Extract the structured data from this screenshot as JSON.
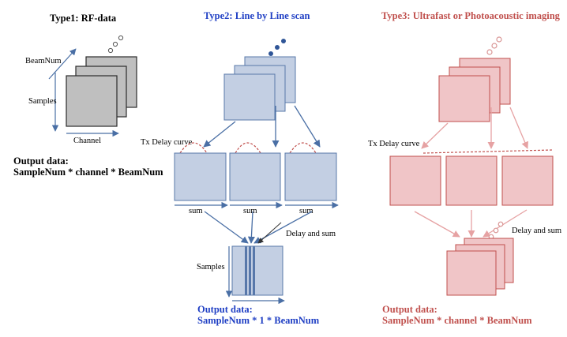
{
  "colors": {
    "gray_fill": "#bfbfbf",
    "gray_stroke": "#2b2b2b",
    "blue_fill": "#c3cfe3",
    "blue_stroke": "#5878aa",
    "blue_arrow": "#4a6fa5",
    "blue_dot": "#2f5597",
    "blue_text": "#1f3fc4",
    "red_fill": "#f0c5c7",
    "red_stroke": "#c0504d",
    "red_arrow": "#e6a2a3",
    "red_dot": "#d99594",
    "red_text": "#c0504d",
    "delay_curve": "#c0504d",
    "axis": "#4a6fa5",
    "black": "#000000"
  },
  "type1": {
    "title": "Type1: RF-data",
    "label_beamnum": "BeamNum",
    "label_samples": "Samples",
    "label_channel": "Channel",
    "output_line1": "Output data:",
    "output_line2": "SampleNum * channel * BeamNum"
  },
  "type2": {
    "title": "Type2: Line by Line scan",
    "label_tx_delay": "Tx Delay curve",
    "sum_labels": [
      "sum",
      "sum",
      "sum"
    ],
    "label_delay_and_sum": "Delay and sum",
    "label_samples": "Samples",
    "output_line1": "Output data:",
    "output_line2": "SampleNum * 1 * BeamNum"
  },
  "type3": {
    "title": "Type3: Ultrafast or Photoacoustic imaging",
    "label_tx_delay": "Tx Delay curve",
    "label_delay_and_sum": "Delay and sum",
    "output_line1": "Output data:",
    "output_line2": "SampleNum * channel * BeamNum"
  }
}
